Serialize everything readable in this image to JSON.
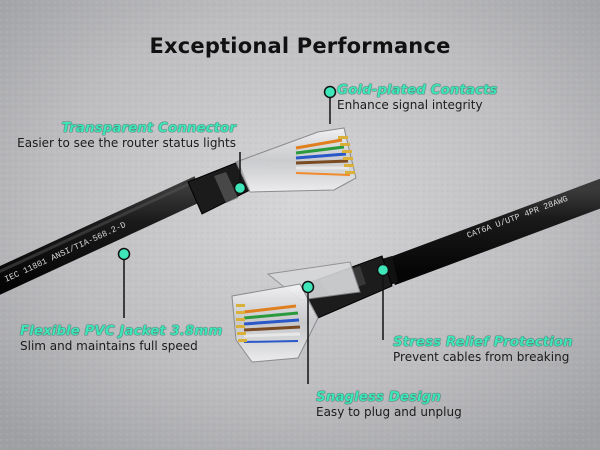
{
  "title": "Exceptional Performance",
  "colors": {
    "accent": "#3fe6b9",
    "cable": "#141414",
    "background": "#b9b9bb"
  },
  "features": [
    {
      "heading": "Gold-plated Contacts",
      "sub": "Enhance signal integrity"
    },
    {
      "heading": "Transparent Connector",
      "sub": "Easier to see the router status lights"
    },
    {
      "heading": "Flexible PVC Jacket 3.8mm",
      "sub": "Slim and maintains full speed"
    },
    {
      "heading": "Stress Relief Protection",
      "sub": "Prevent cables from breaking"
    },
    {
      "heading": "Snagless Design",
      "sub": "Easy to plug and unplug"
    }
  ],
  "cable_print": {
    "upper": "IEC 11801 ANSI/TIA-568.2-D",
    "lower": "CAT6A U/UTP 4PR 28AWG"
  }
}
